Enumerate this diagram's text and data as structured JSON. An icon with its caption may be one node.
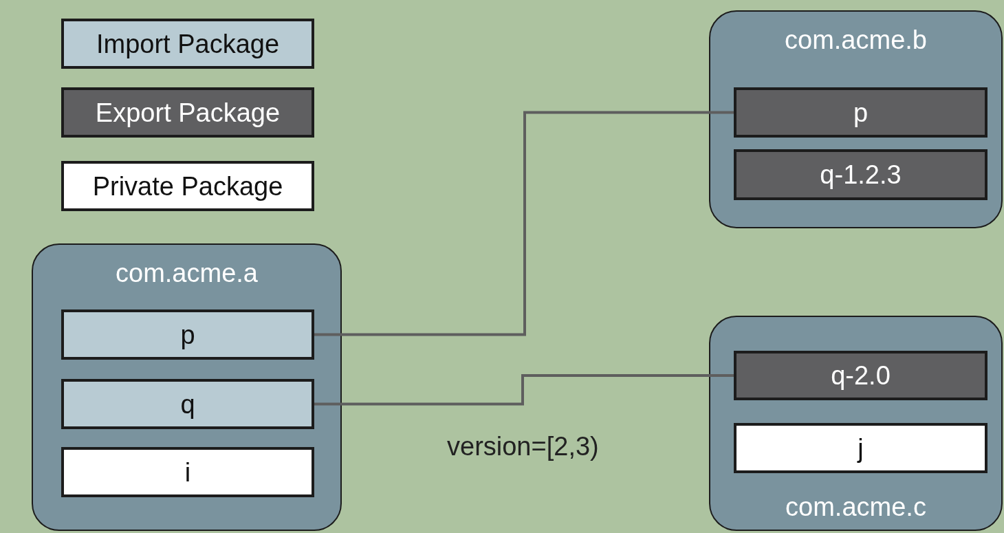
{
  "diagram": {
    "nodes": [
      {
        "text": [
          "com.acme.b"
        ]
      },
      {
        "text": [
          "p"
        ],
        "in": 0
      },
      {
        "text": [
          "q-1.2.3"
        ],
        "in": 0
      },
      {
        "text": [
          "com.acme.a"
        ]
      },
      {
        "text": [
          "p"
        ],
        "in": 3
      },
      {
        "text": [
          "q"
        ],
        "in": 3
      },
      {
        "text": [
          "i"
        ],
        "in": 3
      },
      {
        "text": [
          "com.acme.c"
        ]
      },
      {
        "text": [
          "q-2.0"
        ],
        "in": 7
      },
      {
        "text": [
          "j"
        ],
        "in": 7
      }
    ],
    "edges": [
      {
        "from": 4,
        "to": 1,
        "arrow": "none"
      },
      {
        "from": 5,
        "to": 8,
        "arrow": "none",
        "label": "version=[2,3)"
      }
    ],
    "legend": [
      {
        "text": "Import Package",
        "color": "#b8cbd3"
      },
      {
        "text": "Export Package",
        "color": "#5f5f61"
      },
      {
        "text": "Private Package",
        "color": "#ffffff"
      }
    ]
  }
}
